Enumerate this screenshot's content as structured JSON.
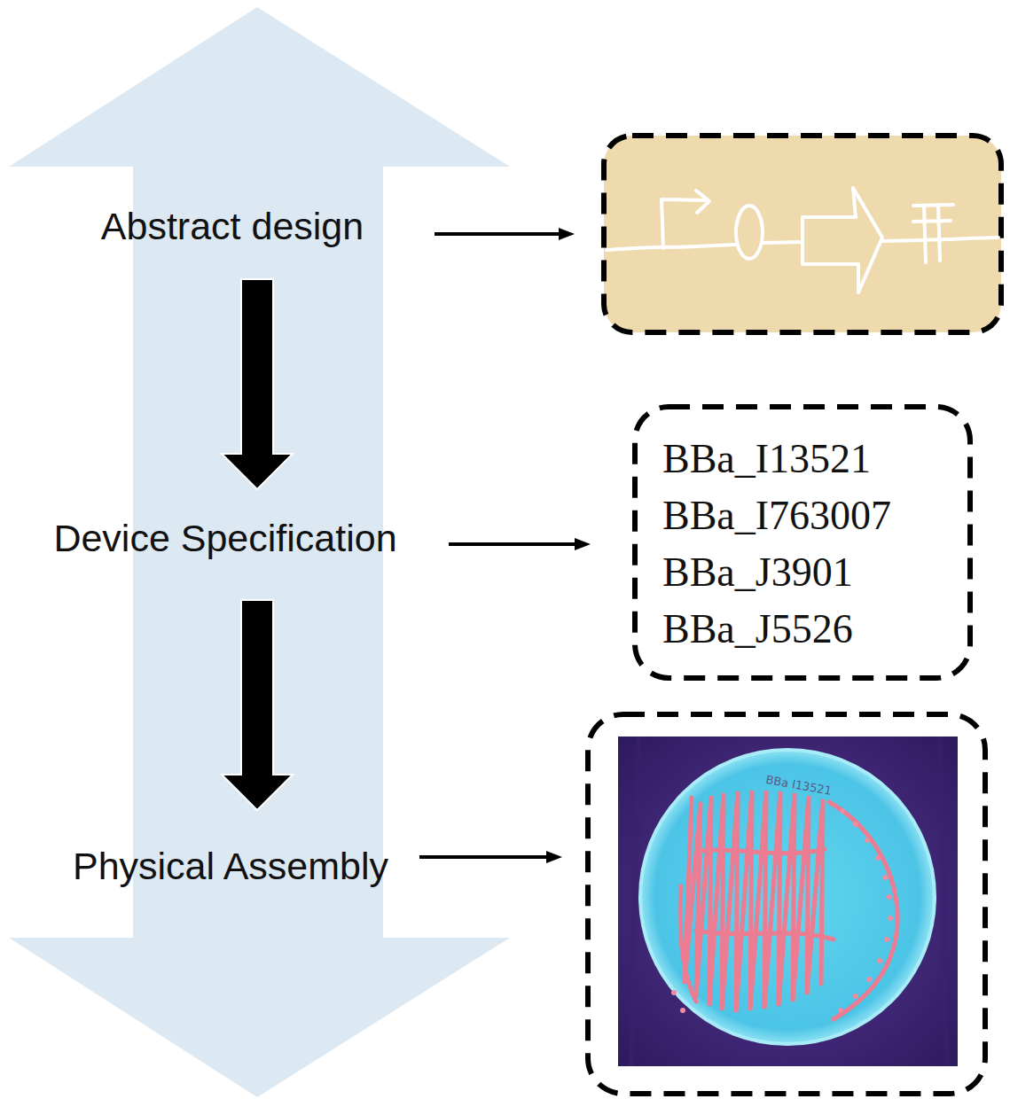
{
  "diagram": {
    "nodes": [
      {
        "text": [
          "BBa_I13521",
          "BBa_I763007",
          "BBa_J3901",
          "BBa_J5526"
        ]
      }
    ],
    "edges": [],
    "labels": [
      "Abstract design",
      "Device Specification",
      "Physical Assembly",
      "BBa I13521"
    ]
  }
}
